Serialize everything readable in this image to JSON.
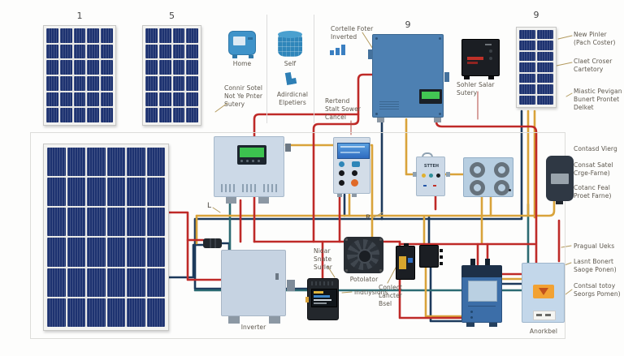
{
  "panels": {
    "p1": {
      "label": "1",
      "grid": "5x6"
    },
    "p2": {
      "label": "5",
      "grid": "4x6"
    },
    "p3": {
      "label": "9",
      "grid": "2x7"
    },
    "p4": {
      "grid": "6x6"
    }
  },
  "top": {
    "home_label": "Home",
    "self_label": "Self",
    "battery_note": "Connir Sotel\nNot Ye Pnter\nSutery",
    "additional_note": "Adirdicnal\nElpetiers",
    "inverter_note": "Cortelle Foter\nInverted",
    "controller_note": "Rertend\nStalt Sower\nCancel",
    "inverter_number": "9",
    "solar_battery_label": "Sohler Salar\nSutery"
  },
  "right": {
    "new_pinler": "New Pinler\n(Pach Coster)",
    "claet": "Claet Croser\nCartetory",
    "miastic": "Miastic Pevigan\nBunert Prontet\nDelket",
    "contasd": "Contasd Vierg",
    "consat": "Consat Satel\nCrge-Farne)",
    "cotanc": "Cotanc Feal\nProet Farne)",
    "pragual": "Pragual Ueks",
    "lasnt": "Lasnt Bonert\nSaoge Ponen)",
    "contsal": "Contsal totoy\nSeorgs Pomen)"
  },
  "main": {
    "l_marker": "L",
    "r_marker": "R",
    "stteh_label": "STTEH",
    "nidar": "Nidar\nSnate\nSurler",
    "potolator": "Potolator",
    "inttlysions": "Indtlysions",
    "conlect": "Conlect\nLancter\nBsel",
    "inverter_label": "Inverter",
    "anorkbel": "Anorkbel"
  },
  "colors": {
    "wire_red": "#bf2a28",
    "wire_yellow": "#d9a33a",
    "wire_navy": "#1d3a5c",
    "wire_teal": "#2c6b72",
    "device_blue": "#4d80b2",
    "panel_cell_blue": "#1d3270",
    "light_device": "#ccd9e7",
    "accent_orange": "#f2a233"
  }
}
